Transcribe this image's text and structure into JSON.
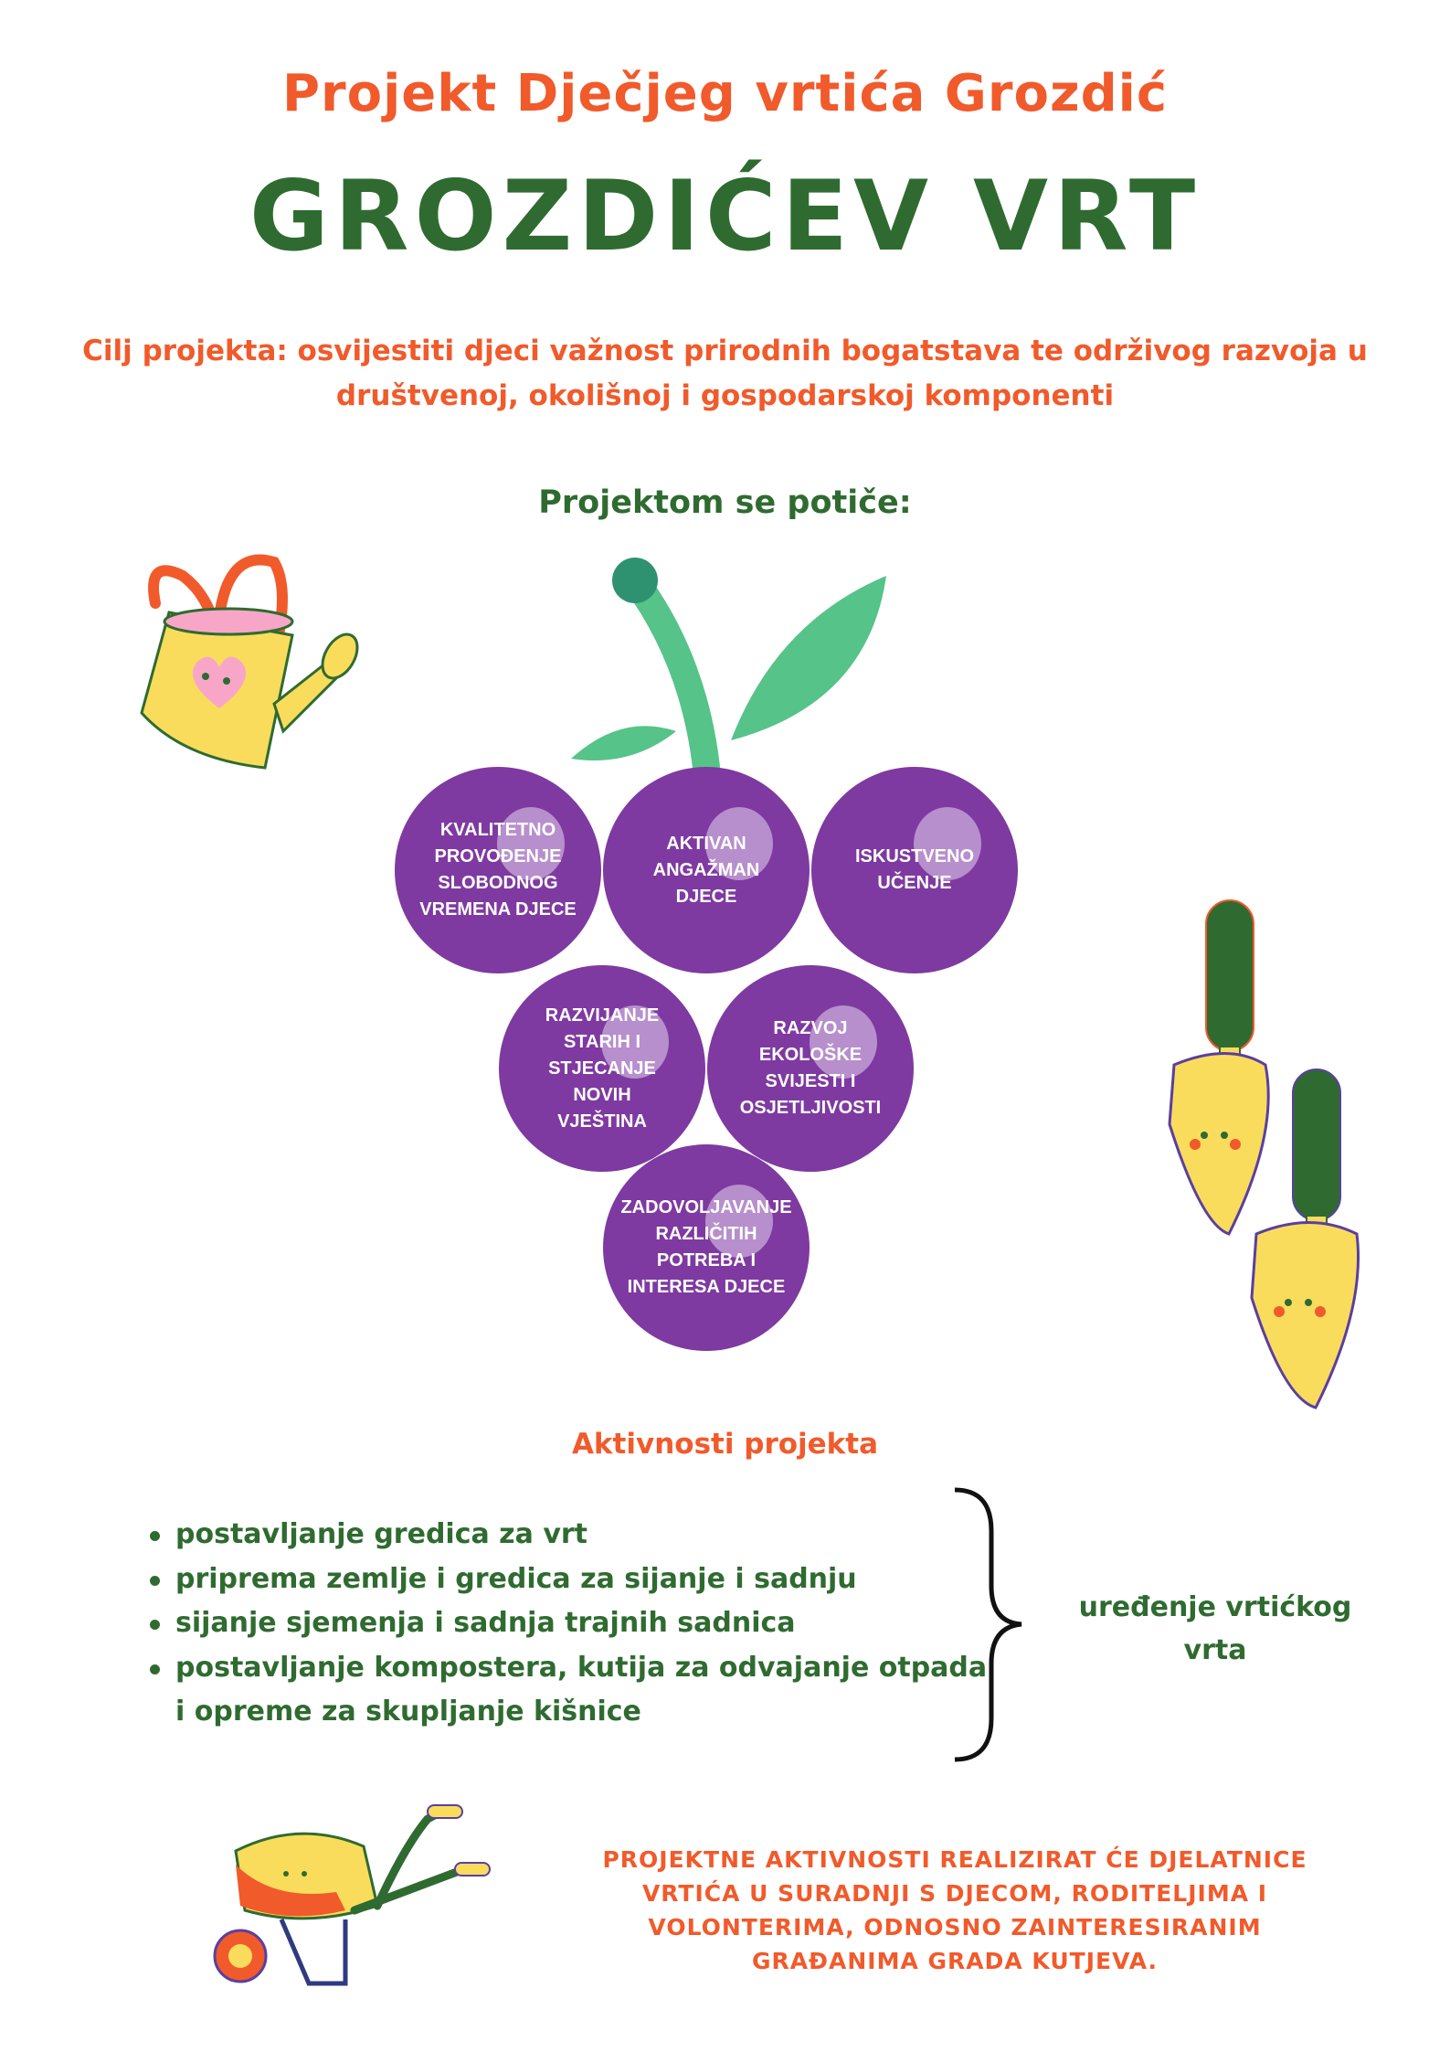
{
  "header": {
    "subtitle": "Projekt Dječjeg vrtića Grozdić",
    "title": "GROZDIĆEV VRT"
  },
  "goal": {
    "line1": "Cilj projekta: osvijestiti djeci važnost prirodnih bogatstava te održivog razvoja u",
    "line2": "društvenoj, okolišnoj i gospodarskoj komponenti"
  },
  "encouraged": {
    "heading": "Projektom se potiče:",
    "items": [
      "KVALITETNO\nPROVOĐENJE\nSLOBODNOG\nVREMENA DJECE",
      "AKTIVAN\nANGAŽMAN\nDJECE",
      "ISKUSTVENO\nUČENJE",
      "RAZVIJANJE\nSTARIH I\nSTJECANJE\nNOVIH\nVJEŠTINA",
      "RAZVOJ\nEKOLOŠKE\nSVIJESTI I\nOSJETLJIVOSTI",
      "ZADOVOLJAVANJE\nRAZLIČITIH\nPOTREBA I\nINTERESA DJECE"
    ]
  },
  "activities": {
    "heading": "Aktivnosti projekta",
    "items": [
      "postavljanje gredica za vrt",
      "priprema zemlje i gredica za sijanje i sadnju",
      "sijanje sjemenja i sadnja trajnih sadnica",
      "postavljanje kompostera, kutija za odvajanje otpada",
      "i opreme za skupljanje kišnice"
    ],
    "result_line1": "uređenje vrtićkog",
    "result_line2": "vrta"
  },
  "footer": {
    "lines": [
      "PROJEKTNE AKTIVNOSTI REALIZIRAT ĆE DJELATNICE",
      "VRTIĆA U SURADNJI S DJECOM, RODITELJIMA I",
      "VOLONTERIMA, ODNOSNO ZAINTERESIRANIM",
      "GRAĐANIMA GRADA KUTJEVA."
    ]
  },
  "colors": {
    "orange": "#f15a2b",
    "green": "#2f6b30",
    "purple": "#7e3aa0",
    "leaf": "#56c389"
  }
}
